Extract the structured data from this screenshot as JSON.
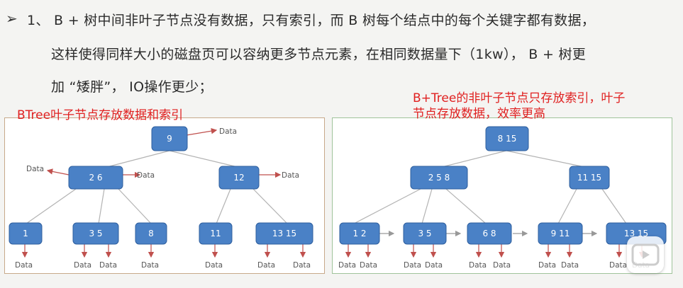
{
  "text": {
    "bullet": "➢",
    "line1": "1、 B + 树中间非叶子节点没有数据，只有索引，而 B 树每个结点中的每个关键字都有数据，",
    "line2": "这样使得同样大小的磁盘页可以容纳更多节点元素，在相同数据量下（1kw），  B + 树更",
    "line3": "加 “矮胖”， IO操作更少；"
  },
  "captions": {
    "btree": "BTree叶子节点存放数据和索引",
    "bplus_line1": "B+Tree的非叶子节点只存放索引，叶子",
    "bplus_line2": "节点存放数据，效率更高"
  },
  "labels": {
    "data": "Data"
  },
  "btree": {
    "root": "9",
    "mid_left": "2  6",
    "mid_right": "12",
    "leaf1": "1",
    "leaf2": "3 5",
    "leaf3": "8",
    "leaf4": "11",
    "leaf5": "13 15"
  },
  "bplus": {
    "root": "8  15",
    "mid_left": "2  5  8",
    "mid_right": "11  15",
    "leaf1": "1    2",
    "leaf2": "3    5",
    "leaf3": "6    8",
    "leaf4": "9    11",
    "leaf5": "13  15"
  },
  "colors": {
    "node_fill": "#4a81c6",
    "node_stroke": "#2f5f9e",
    "arrow_red": "#c0504d",
    "line_gray": "#b3b3b3",
    "caption_red": "#e02020"
  },
  "icons": {
    "play": "video-play-icon"
  }
}
